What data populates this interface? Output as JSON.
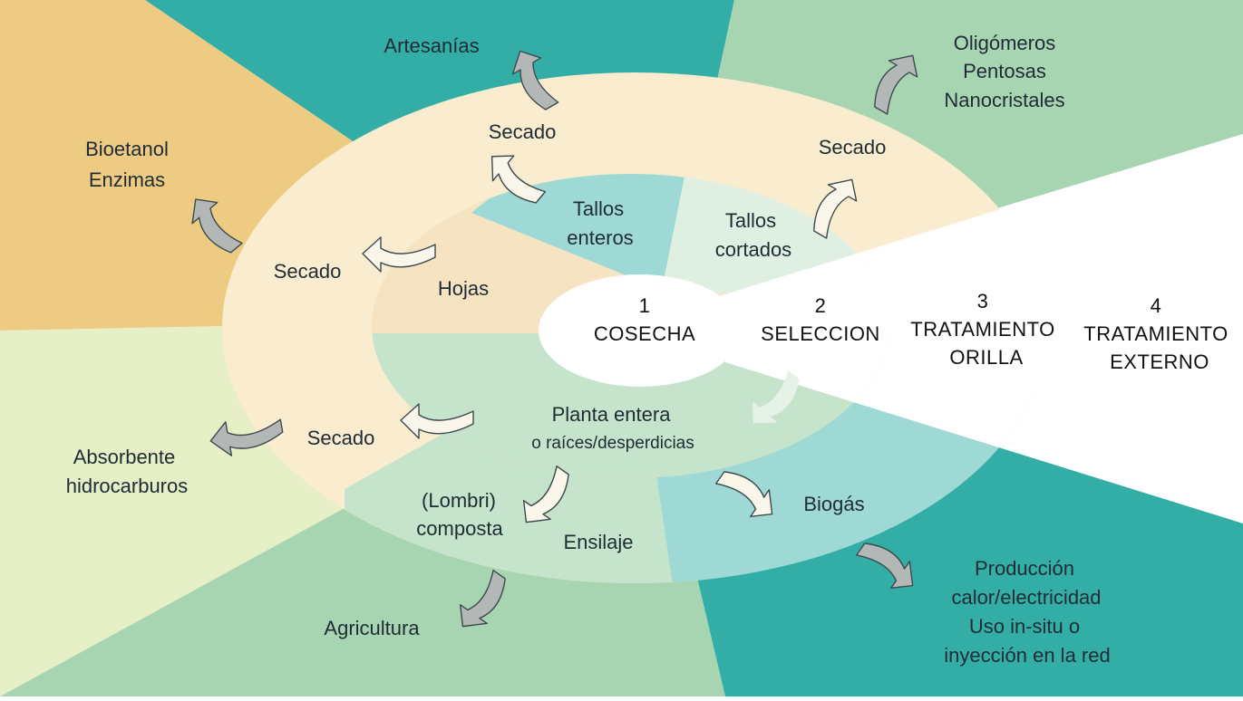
{
  "colors": {
    "teal": "#33aea7",
    "sage": "#a8d5b1",
    "orange": "#eecb82",
    "pale_green": "#e6efc5",
    "ring_outer": "#faecce",
    "ring_teal": "#9ed9d5",
    "ring_green": "#c6e4cb"
  },
  "stages": [
    {
      "num": "1",
      "name": "COSECHA"
    },
    {
      "num": "2",
      "name": "SELECCION"
    },
    {
      "num": "3",
      "name_lines": [
        "TRATAMIENTO",
        "ORILLA"
      ]
    },
    {
      "num": "4",
      "name_lines": [
        "TRATAMIENTO",
        "EXTERNO"
      ]
    }
  ],
  "inner": {
    "tallos_enteros": [
      "Tallos",
      "enteros"
    ],
    "tallos_cortados": [
      "Tallos",
      "cortados"
    ],
    "hojas": "Hojas",
    "planta_entera": "Planta entera",
    "raices": "o raíces/desperdicias"
  },
  "middle": {
    "secado_top": "Secado",
    "secado_right": "Secado",
    "secado_left": "Secado",
    "secado_bottom": "Secado",
    "compost": [
      "(Lombri)",
      "composta"
    ],
    "ensilaje": "Ensilaje",
    "biogas": "Biogás"
  },
  "outputs": {
    "artesanias": "Artesanías",
    "oligomeros": [
      "Oligómeros",
      "Pentosas",
      "Nanocristales"
    ],
    "bioetanol": [
      "Bioetanol",
      "Enzimas"
    ],
    "absorbente": [
      "Absorbente",
      "hidrocarburos"
    ],
    "agricultura": "Agricultura",
    "produccion": [
      "Producción",
      "calor/electricidad",
      "Uso in-situ o",
      "inyección en la red"
    ]
  },
  "icons": [
    "curved-arrow-icon"
  ]
}
